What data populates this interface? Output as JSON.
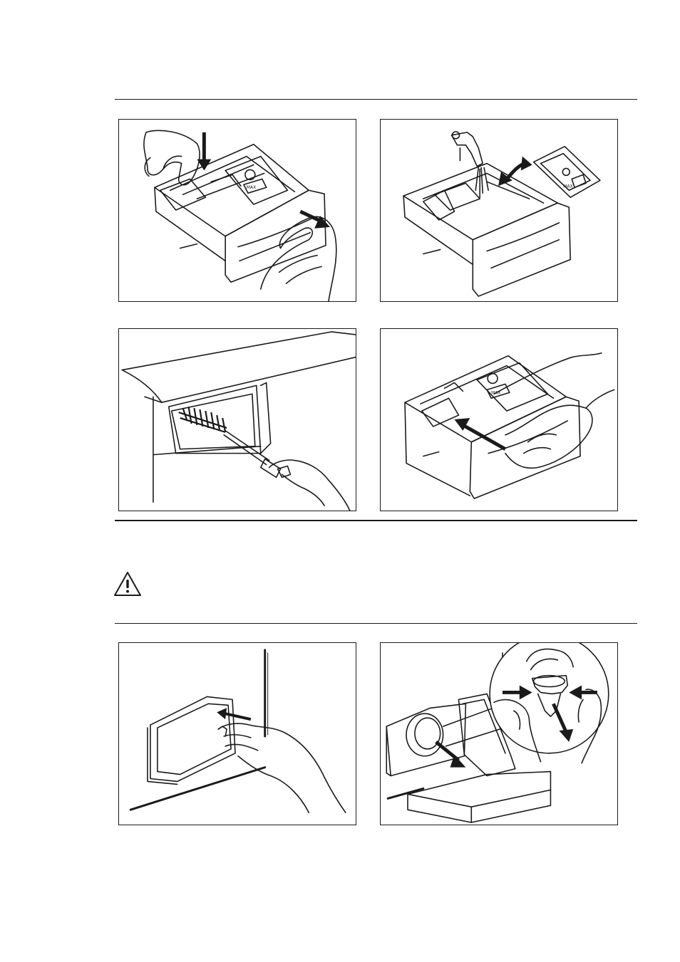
{
  "page": {
    "sections": [
      {
        "name": "detergent-dispenser-cleaning",
        "figures": [
          {
            "name": "remove-dispenser-drawer",
            "drawer_labels": [
              "MAX"
            ]
          },
          {
            "name": "rinse-drawer-under-tap",
            "drawer_labels": [
              "MAX"
            ]
          },
          {
            "name": "brush-dispenser-recess"
          },
          {
            "name": "reinsert-dispenser-drawer",
            "drawer_labels": [
              "MAX"
            ]
          }
        ]
      },
      {
        "name": "drain-pump-cleaning",
        "warning_icon": "warning-triangle-icon",
        "figures": [
          {
            "name": "open-pump-door"
          },
          {
            "name": "remove-pump-filter"
          }
        ]
      }
    ]
  },
  "colors": {
    "ink": "#1a1a1a",
    "paper": "#ffffff"
  }
}
